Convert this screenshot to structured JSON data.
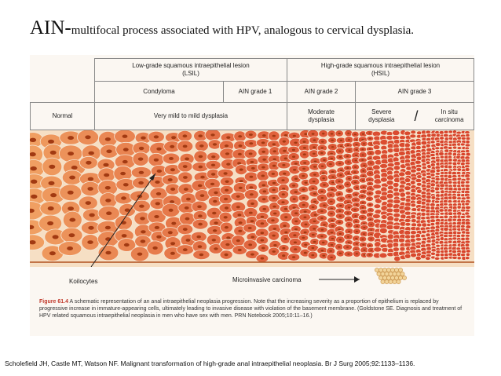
{
  "title": {
    "main": "AIN-",
    "subtitle": "multifocal process associated with HPV, analogous to cervical dysplasia."
  },
  "figure": {
    "table": {
      "lsil": "Low-grade squamous intraepithelial lesion (LSIL)",
      "hsil": "High-grade squamous intraepithelial lesion (HSIL)",
      "condyloma": "Condyloma",
      "ain1": "AIN grade 1",
      "ain2": "AIN grade 2",
      "ain3": "AIN grade 3",
      "normal": "Normal",
      "very_mild": "Very mild to mild dysplasia",
      "moderate": "Moderate dysplasia",
      "severe": "Severe dysplasia",
      "slash": "/",
      "in_situ": "In situ carcinoma"
    },
    "labels": {
      "koilocytes": "Koilocytes",
      "microinvasive": "Microinvasive carcinoma"
    },
    "caption": {
      "label": "Figure 61.4",
      "text": "A schematic representation of an anal intraepithelial neoplasia progression. Note that the increasing severity as a proportion of epithelium is replaced by progressive increase in immature-appearing cells, ultimately leading to invasive disease with violation of the basement membrane. (Goldstone SE. Diagnosis and treatment of HPV related squamous intraepithelial neoplasia in men who have sex with men. PRN Notebook 2005;10:11–16.)"
    },
    "colors": {
      "cell_large": "#f0a163",
      "cell_small": "#d8432a",
      "nucleus": "#a23a12",
      "tissue_bg": "#f6dfc4"
    }
  },
  "reference": "Scholefield JH, Castle MT, Watson NF. Malignant transformation of high-grade anal intraepithelial neoplasia. Br J Surg 2005;92:1133–1136."
}
